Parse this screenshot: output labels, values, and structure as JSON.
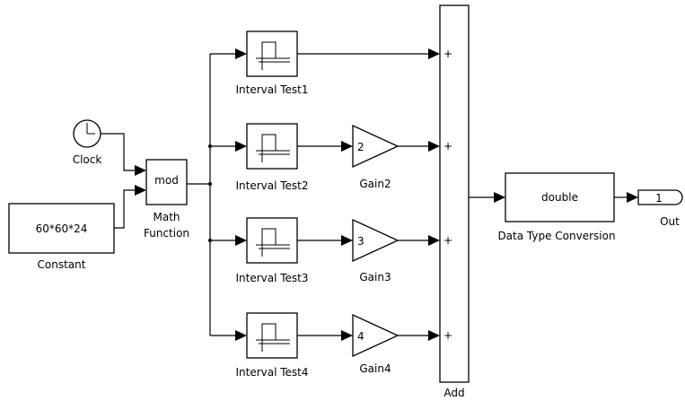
{
  "blocks": {
    "clock": {
      "label": "Clock"
    },
    "constant": {
      "label": "Constant",
      "value": "60*60*24"
    },
    "math_function": {
      "label_line1": "Math",
      "label_line2": "Function",
      "op": "mod"
    },
    "interval_tests": [
      {
        "label": "Interval Test1"
      },
      {
        "label": "Interval Test2"
      },
      {
        "label": "Interval Test3"
      },
      {
        "label": "Interval Test4"
      }
    ],
    "gains": [
      {
        "label": "Gain2",
        "value": "2"
      },
      {
        "label": "Gain3",
        "value": "3"
      },
      {
        "label": "Gain4",
        "value": "4"
      }
    ],
    "add": {
      "label": "Add",
      "signs": [
        "+",
        "+",
        "+",
        "+"
      ]
    },
    "data_type_conversion": {
      "label": "Data Type Conversion",
      "type": "double"
    },
    "outport": {
      "label": "Out",
      "number": "1"
    }
  }
}
